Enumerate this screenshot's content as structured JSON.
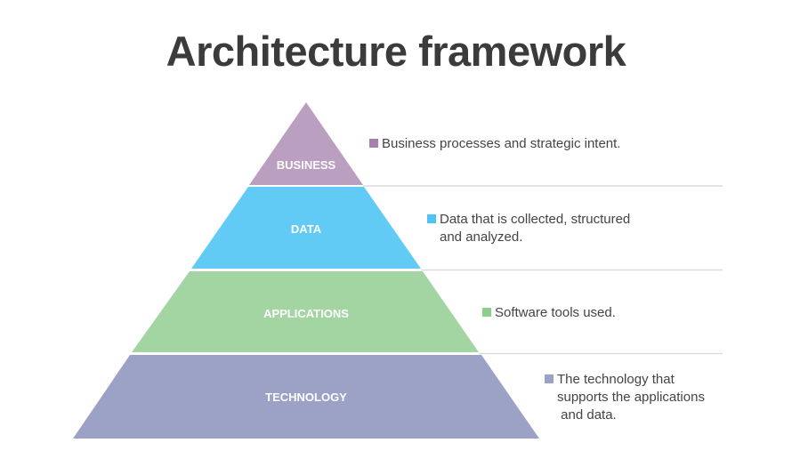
{
  "title": "Architecture framework",
  "layers": [
    {
      "label": "BUSINESS",
      "description": "Business processes and strategic intent.",
      "color": "#bb9fc0"
    },
    {
      "label": "DATA",
      "description_lines": [
        "Data that is collected, structured",
        "and analyzed."
      ],
      "color": "#62cbf5"
    },
    {
      "label": "APPLICATIONS",
      "description": "Software tools used.",
      "color": "#a3d5a3"
    },
    {
      "label": "TECHNOLOGY",
      "description_lines": [
        "The technology that",
        "supports the applications",
        " and data."
      ],
      "color": "#9ba2c6"
    }
  ]
}
